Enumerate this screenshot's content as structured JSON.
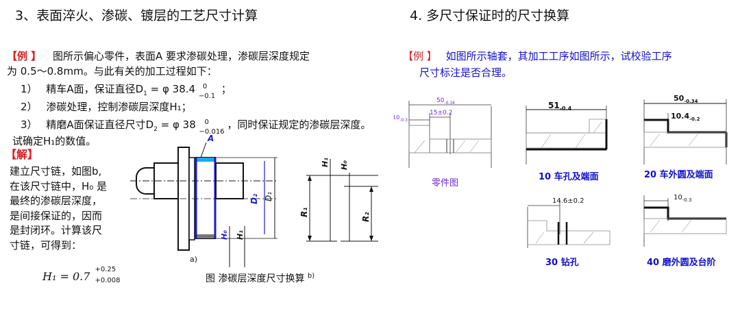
{
  "left": {
    "title": "3、表面淬火、渗碳、镀层的工艺尺寸计算",
    "example_tag": "【例 】",
    "intro_l1": "图所示偏心零件，表面A 要求渗碳处理，渗碳层深度规定",
    "intro_l2": "为 0.5～0.8mm。与此有关的加工过程如下：",
    "step1_num": "1）",
    "step1_a": "精车A面，保证直径D",
    "step1_b": "= φ 38.4",
    "step1_tol_up": "0",
    "step1_tol_dn": "−0.1",
    "step1_c": "；",
    "step2_num": "2）",
    "step2": "渗碳处理，控制渗碳层深度H₁；",
    "step3_num": "3）",
    "step3_a": "精磨A面保证直径尺寸D",
    "step3_b": "= φ 38",
    "step3_tol_up": "0",
    "step3_tol_dn": "−0.016",
    "step3_c": "，同时保证规定的渗碳层深度。",
    "step3_l2": "试确定H₁的数值。",
    "solution_tag": "【解】",
    "sol_lines": [
      "建立尺寸链，如图b,",
      "在该尺寸链中，H₀ 是",
      "最终的渗碳层深度，",
      "是间接保证的，因而",
      "是封闭环。计算该尺",
      "寸链，可得到："
    ],
    "result_main": "H₁ = 0.7",
    "result_up": "+0.25",
    "result_dn": "+0.008",
    "fig_caption": "图  渗碳层深度尺寸换算",
    "fig_a": "a)",
    "fig_b": "b)",
    "labels": {
      "A": "A",
      "D2": "D₂",
      "D1": "D₁",
      "H0": "H₀",
      "H1": "H₁",
      "R1": "R₁",
      "R2": "R₂"
    }
  },
  "right": {
    "title": "4. 多尺寸保证时的尺寸换算",
    "example_tag": "【例 】",
    "example_l1": "如图所示轴套，其加工工序如图所示，试校验工序",
    "example_l2": "尺寸标注是否合理。",
    "part": {
      "dim1": "50",
      "dim1_tol": "-0.34",
      "dim2": "10",
      "dim2_tol": "-0.3",
      "dim3": "15±0.2",
      "caption": "零件图"
    },
    "op10": {
      "dim": "51",
      "tol": "-0.4",
      "caption": "10  车孔及端面"
    },
    "op20": {
      "dim1": "50",
      "dim1_tol": "-0.34",
      "dim2": "10.4",
      "dim2_tol": "-0.2",
      "caption": "20 车外圆及端面"
    },
    "op30": {
      "dim": "14.6±0.2",
      "caption": "30 钻孔"
    },
    "op40": {
      "dim": "10",
      "tol": "-0.3",
      "caption": "40 磨外圆及台阶"
    }
  }
}
